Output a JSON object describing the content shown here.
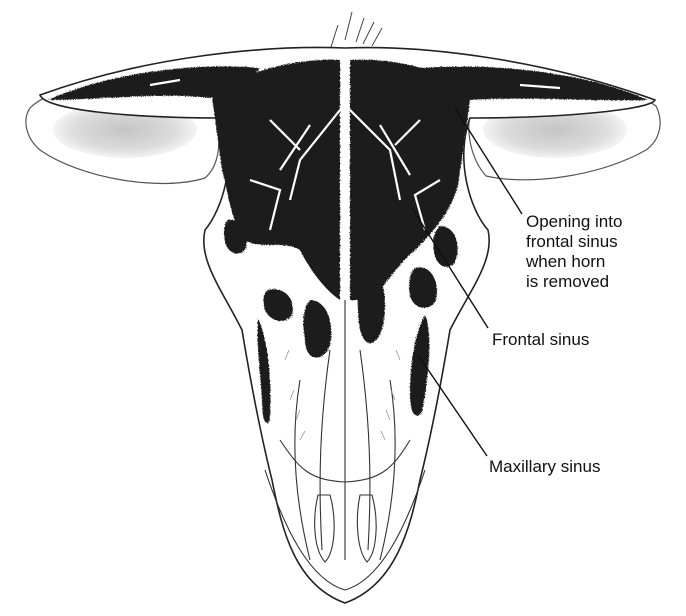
{
  "colors": {
    "outline": "#2b2b2b",
    "sinus_fill": "#1f1f1f",
    "ear_shade": "#cfcfcf",
    "background": "#ffffff"
  },
  "labels": {
    "opening": {
      "lines": [
        "Opening into",
        "frontal sinus",
        "when horn",
        "is removed"
      ]
    },
    "frontal": {
      "text": "Frontal sinus"
    },
    "maxillary": {
      "text": "Maxillary sinus"
    }
  }
}
